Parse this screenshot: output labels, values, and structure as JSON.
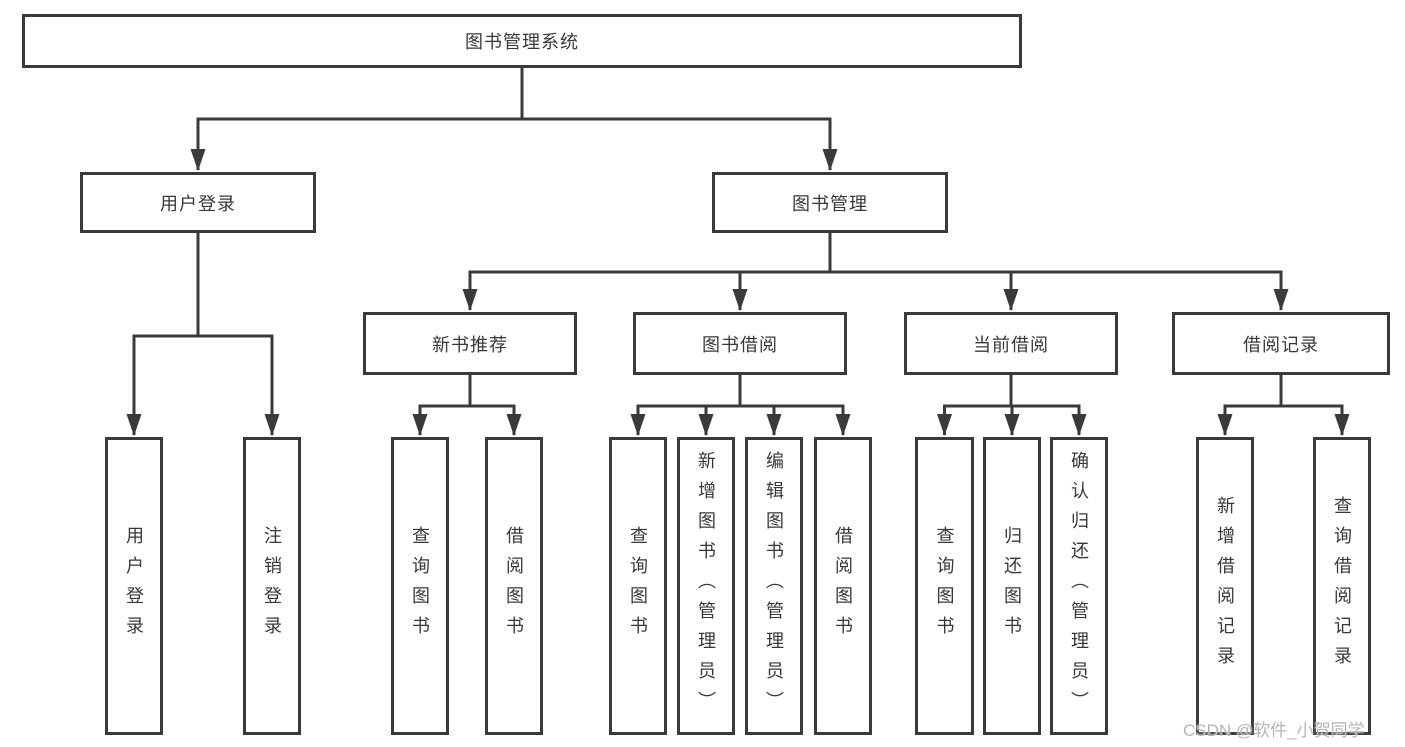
{
  "diagram": {
    "root": {
      "label": "图书管理系统"
    },
    "branches": [
      {
        "label": "用户登录",
        "children": [
          "用户登录",
          "注销登录"
        ]
      },
      {
        "label": "图书管理",
        "groups": [
          {
            "label": "新书推荐",
            "children": [
              "查询图书",
              "借阅图书"
            ]
          },
          {
            "label": "图书借阅",
            "children": [
              "查询图书",
              "新增图书（管理员）",
              "编辑图书（管理员）",
              "借阅图书"
            ]
          },
          {
            "label": "当前借阅",
            "children": [
              "查询图书",
              "归还图书",
              "确认归还（管理员）"
            ]
          },
          {
            "label": "借阅记录",
            "children": [
              "新增借阅记录",
              "查询借阅记录"
            ]
          }
        ]
      }
    ]
  },
  "watermark": {
    "text": "CSDN @软件_小贺同学"
  },
  "colors": {
    "line": "#3a3a3a",
    "text": "#383838",
    "watermark": "#b4b4b4"
  }
}
